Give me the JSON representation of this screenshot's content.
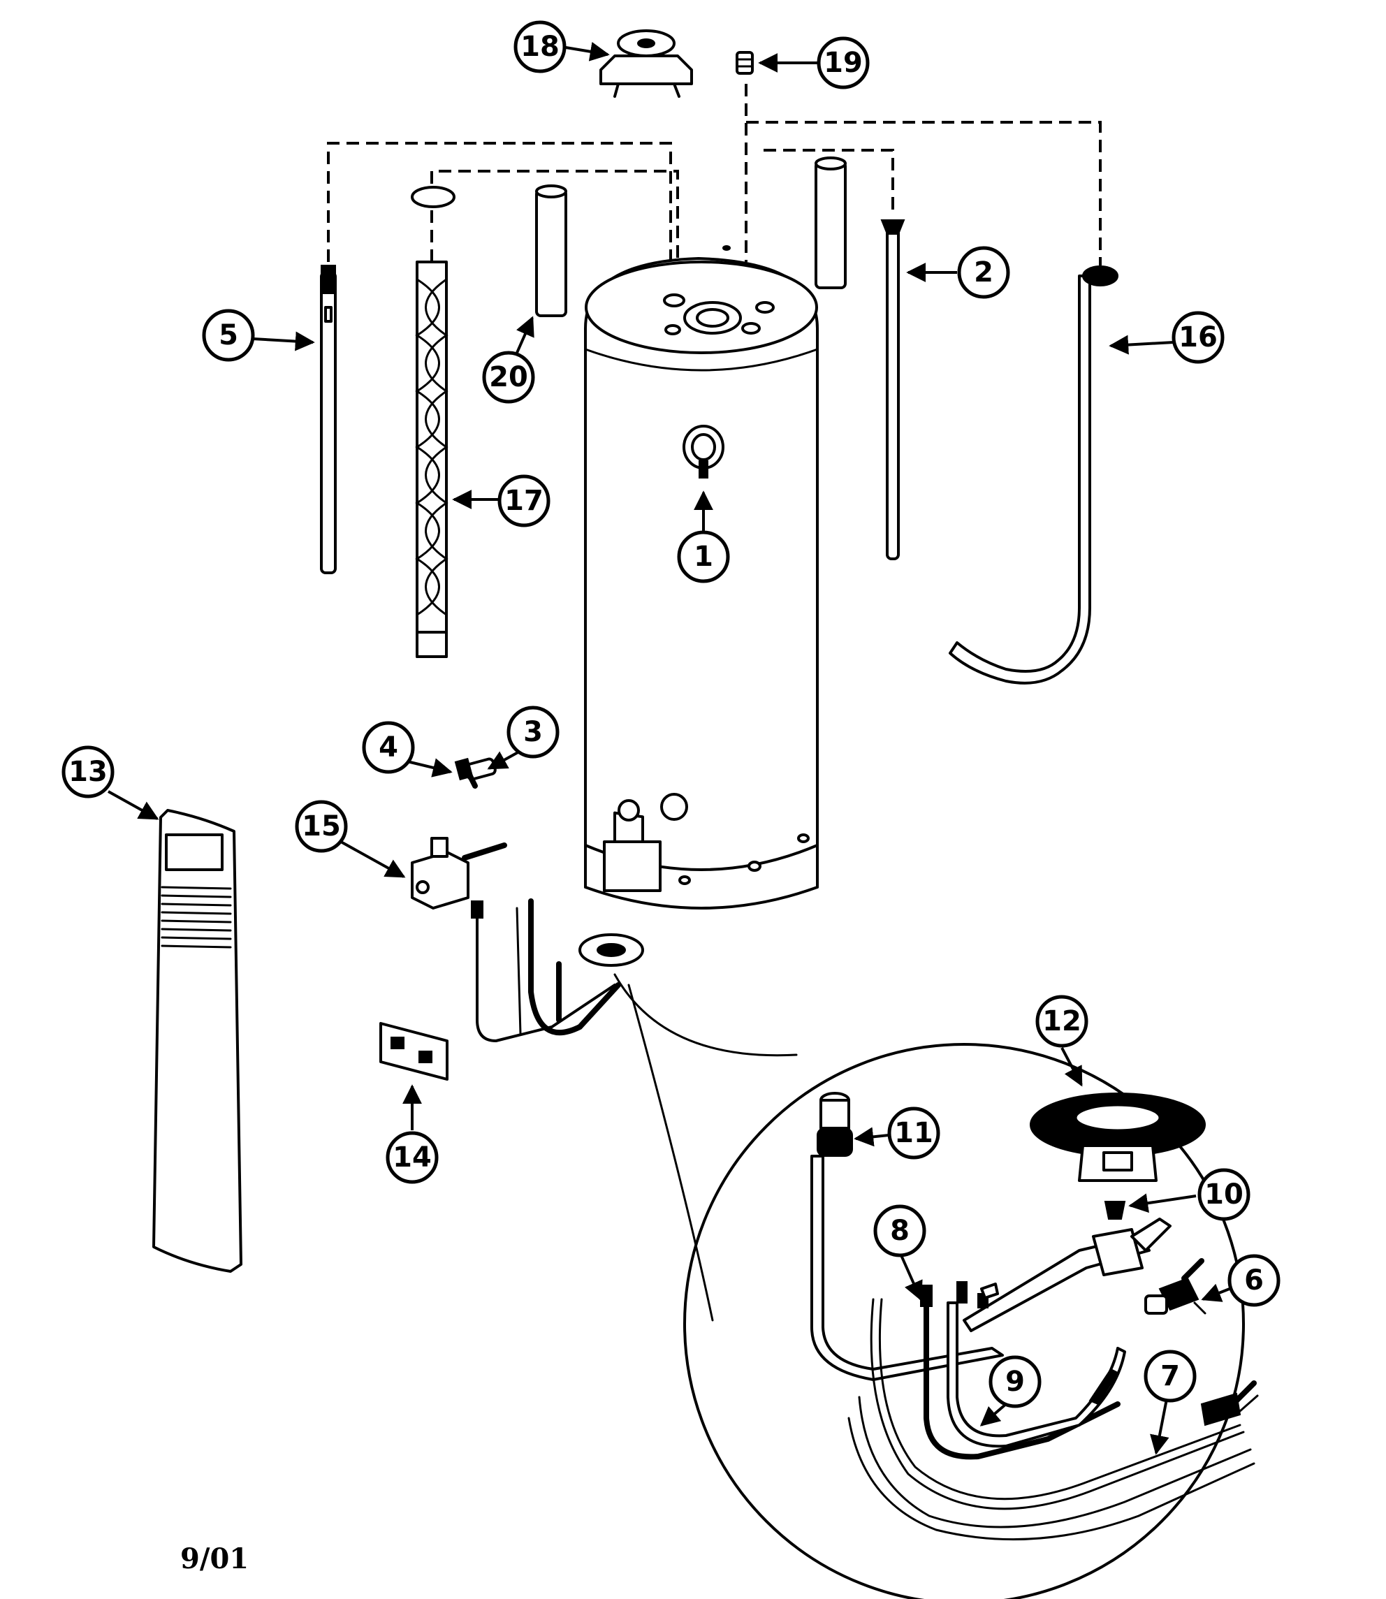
{
  "diagram": {
    "date_code": "9/01",
    "callouts": [
      "1",
      "2",
      "3",
      "4",
      "5",
      "6",
      "7",
      "8",
      "9",
      "10",
      "11",
      "12",
      "13",
      "14",
      "15",
      "16",
      "17",
      "18",
      "19",
      "20"
    ]
  }
}
